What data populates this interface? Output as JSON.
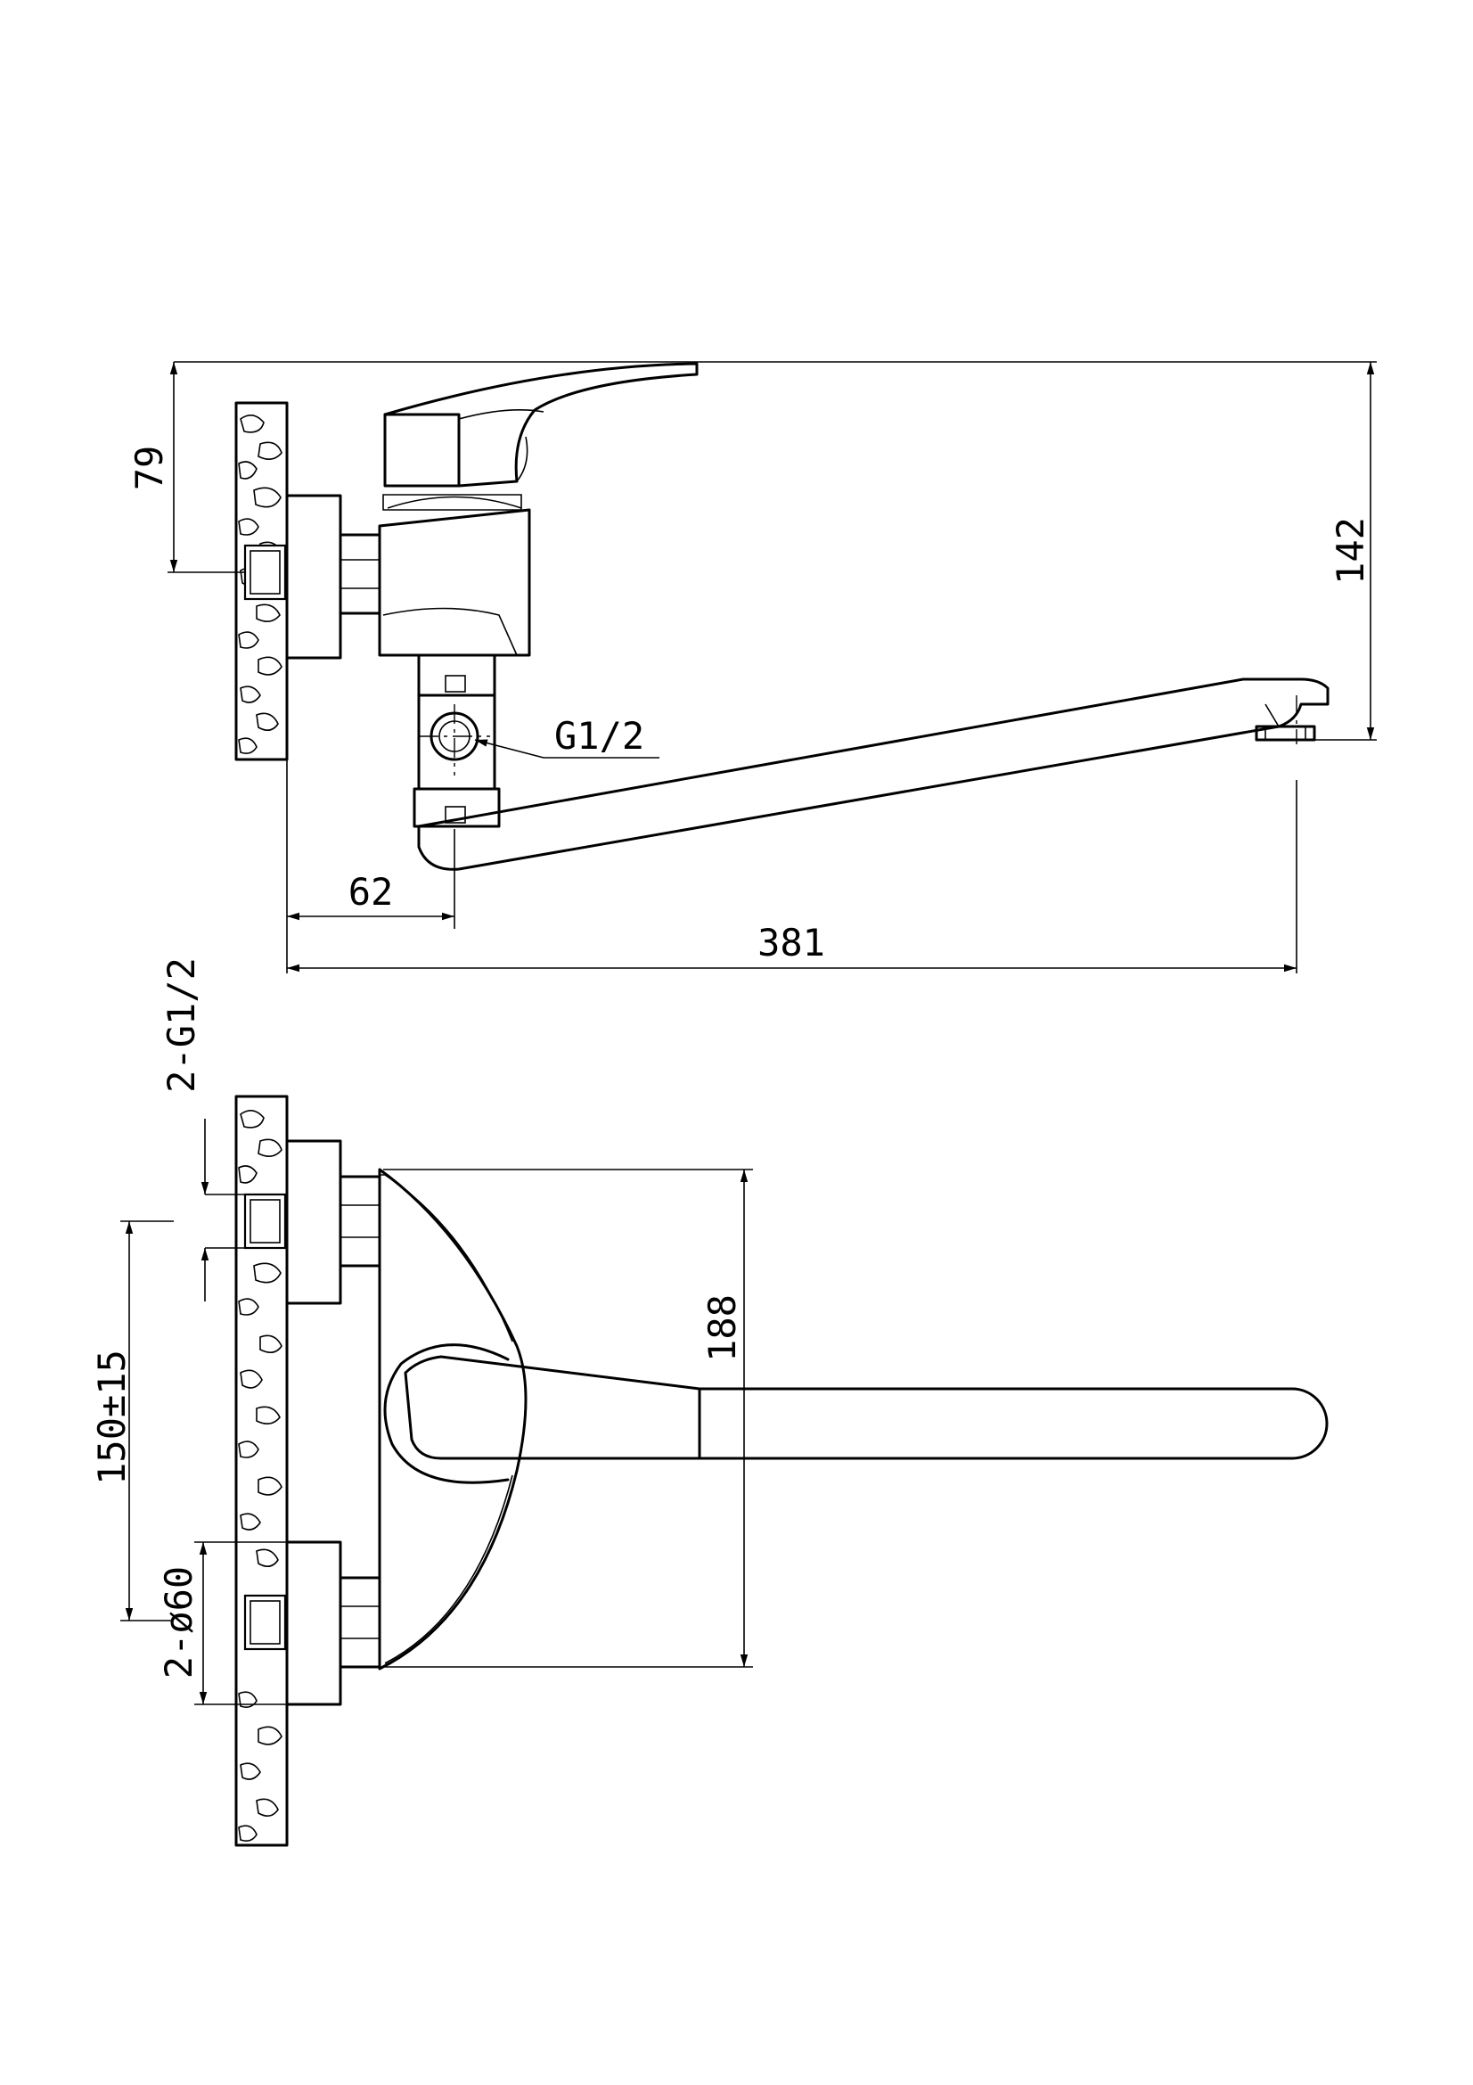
{
  "drawing": {
    "type": "technical-drawing",
    "views": [
      "side-view",
      "front-view"
    ]
  },
  "dimensions": {
    "height_to_inlet": "79",
    "overall_height": "142",
    "connection_thread": "G1/2",
    "inlet_to_body_axis": "62",
    "spout_reach": "381",
    "inlet_threads": "2-G1/2",
    "inlet_spacing": "150±15",
    "escutcheon_diameter": "2-ø60",
    "body_height": "188"
  }
}
